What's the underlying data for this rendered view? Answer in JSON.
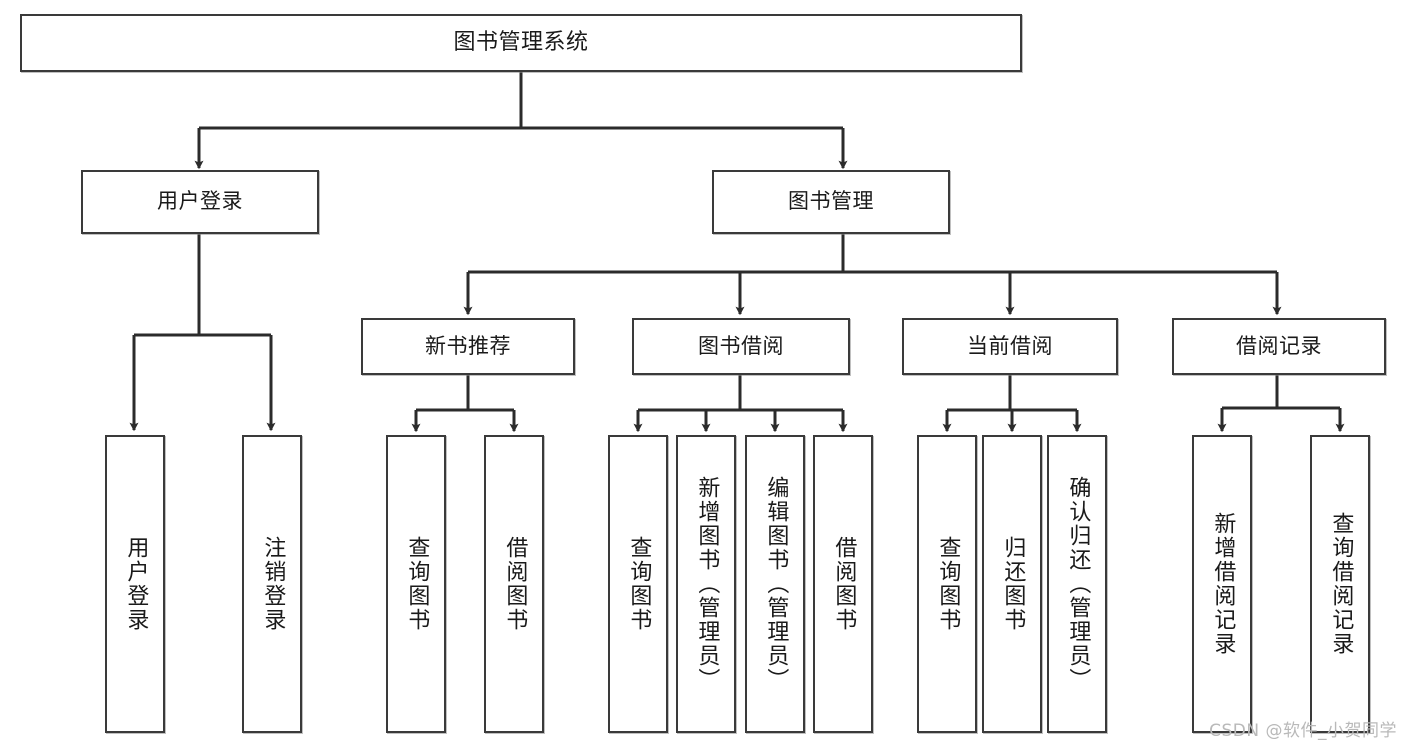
{
  "diagram": {
    "title": "图书管理系统",
    "type": "tree",
    "watermark": "CSDN @软件_小贺同学",
    "colors": {
      "background": "#ffffff",
      "box_border": "#3a3a3a",
      "edge_line": "#2b2b2b",
      "text": "#1a1a1a",
      "watermark_text": "#b9b9b9"
    },
    "nodes": {
      "root": {
        "label": "图书管理系统"
      },
      "level1": [
        {
          "id": "user-login",
          "label": "用户登录"
        },
        {
          "id": "book-management",
          "label": "图书管理"
        }
      ],
      "level2": [
        {
          "id": "new-book-recommend",
          "label": "新书推荐",
          "parent": "book-management"
        },
        {
          "id": "book-borrow",
          "label": "图书借阅",
          "parent": "book-management"
        },
        {
          "id": "current-borrow",
          "label": "当前借阅",
          "parent": "book-management"
        },
        {
          "id": "borrow-record",
          "label": "借阅记录",
          "parent": "book-management"
        }
      ],
      "leaves": {
        "user-login": [
          {
            "id": "leaf-user-login",
            "label": "用户登录"
          },
          {
            "id": "leaf-user-logout",
            "label": "注销登录"
          }
        ],
        "new-book-recommend": [
          {
            "id": "leaf-query-book-1",
            "label": "查询图书"
          },
          {
            "id": "leaf-borrow-book-1",
            "label": "借阅图书"
          }
        ],
        "book-borrow": [
          {
            "id": "leaf-query-book-2",
            "label": "查询图书"
          },
          {
            "id": "leaf-add-book",
            "label": "新增图书（管理员）"
          },
          {
            "id": "leaf-edit-book",
            "label": "编辑图书（管理员）"
          },
          {
            "id": "leaf-borrow-book-2",
            "label": "借阅图书"
          }
        ],
        "current-borrow": [
          {
            "id": "leaf-query-book-3",
            "label": "查询图书"
          },
          {
            "id": "leaf-return-book",
            "label": "归还图书"
          },
          {
            "id": "leaf-confirm-return",
            "label": "确认归还（管理员）"
          }
        ],
        "borrow-record": [
          {
            "id": "leaf-add-record",
            "label": "新增借阅记录"
          },
          {
            "id": "leaf-query-record",
            "label": "查询借阅记录"
          }
        ]
      }
    }
  }
}
